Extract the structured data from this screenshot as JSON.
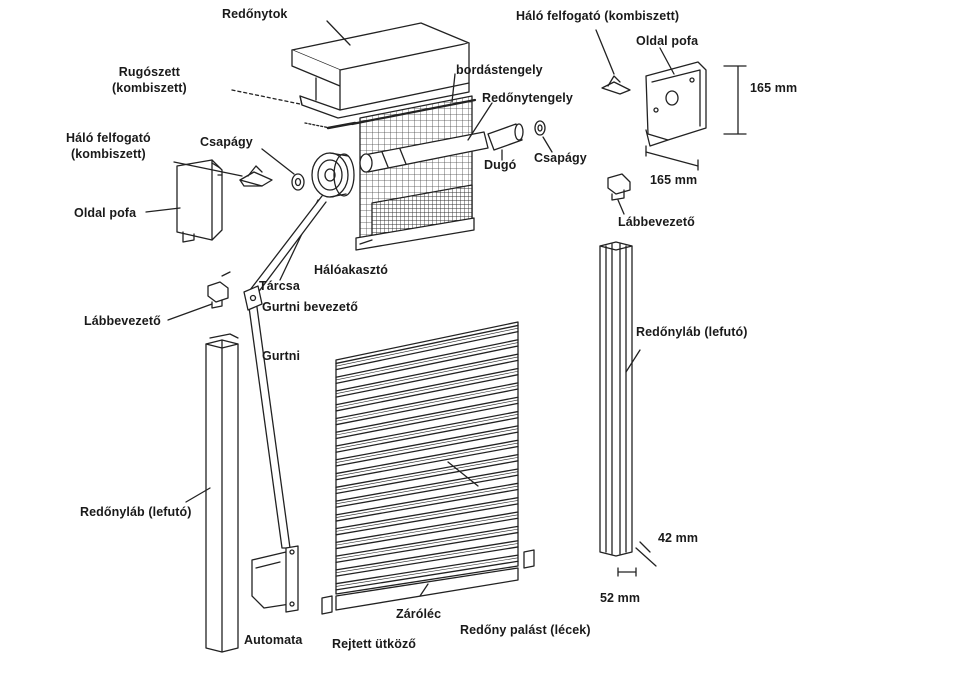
{
  "labels": {
    "redonytok": "Redőnytok",
    "rugoszett": "Rugószett\n(kombiszett)",
    "halo_felfogato_left": "Háló felfogató\n(kombiszett)",
    "csapagy_left": "Csapágy",
    "oldal_pofa_left": "Oldal pofa",
    "bordastengely": "bordástengely",
    "redonytengely": "Redőnytengely",
    "dugo": "Dugó",
    "csapagy_right": "Csapágy",
    "halo_felfogato_right": "Háló felfogató (kombiszett)",
    "oldal_pofa_right": "Oldal pofa",
    "dim_165_vertical": "165 mm",
    "dim_165_horizontal": "165 mm",
    "labbevezeto_right": "Lábbevezető",
    "haloakaszto": "Hálóakasztó",
    "tarcsa": "Tárcsa",
    "gurtni_bevezeto": "Gurtni bevezető",
    "labbevezeto_left": "Lábbevezető",
    "gurtni": "Gurtni",
    "redonylab_right": "Redőnyláb (lefutó)",
    "redonylab_left": "Redőnyláb (lefutó)",
    "dim_42": "42 mm",
    "dim_52": "52 mm",
    "automata": "Automata",
    "zarolec": "Záróléc",
    "rejtett_utkozo": "Rejtett ütköző",
    "redony_palast": "Redőny palást (lécek)"
  },
  "colors": {
    "ink": "#1a1a1a",
    "line": "#222222",
    "fill_light": "#ffffff",
    "fill_grey": "#d9d9d9"
  }
}
